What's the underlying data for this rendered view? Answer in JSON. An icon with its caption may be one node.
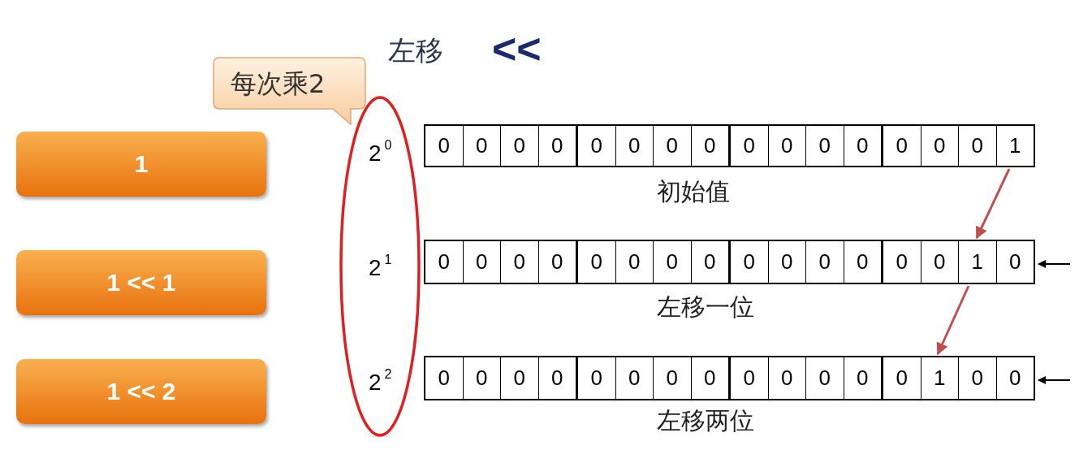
{
  "diagram": {
    "title": "左移",
    "nodes": [
      {
        "text": [
          "1"
        ]
      },
      {
        "text": [
          "1 << 1"
        ]
      },
      {
        "text": [
          "1 << 2"
        ]
      },
      {
        "text": [
          "每次乘2"
        ]
      },
      {
        "text": [
          "2$^{0}$",
          "2$^{1}$",
          "2$^{2}$"
        ]
      },
      {
        "text": [
          "0",
          "0",
          "0",
          "0",
          "0",
          "0",
          "0",
          "0",
          "0",
          "0",
          "0",
          "0",
          "0",
          "0",
          "0",
          "1"
        ],
        "beside": [
          "初始值"
        ]
      },
      {
        "text": [
          "0",
          "0",
          "0",
          "0",
          "0",
          "0",
          "0",
          "0",
          "0",
          "0",
          "0",
          "0",
          "0",
          "0",
          "1",
          "0"
        ],
        "beside": [
          "左移一位"
        ]
      },
      {
        "text": [
          "0",
          "0",
          "0",
          "0",
          "0",
          "0",
          "0",
          "0",
          "0",
          "0",
          "0",
          "0",
          "0",
          "1",
          "0",
          "0"
        ],
        "beside": [
          "左移两位"
        ]
      }
    ],
    "edges": [
      {
        "from": 5,
        "to": 6,
        "arrow": "to",
        "color": "#c0504d"
      },
      {
        "from": 6,
        "to": 7,
        "arrow": "to",
        "color": "#c0504d"
      },
      {
        "from": null,
        "to": 6,
        "arrow": "to",
        "color": "#000000"
      },
      {
        "from": null,
        "to": 7,
        "arrow": "to",
        "color": "#000000"
      }
    ],
    "labels": [
      "<<"
    ]
  }
}
